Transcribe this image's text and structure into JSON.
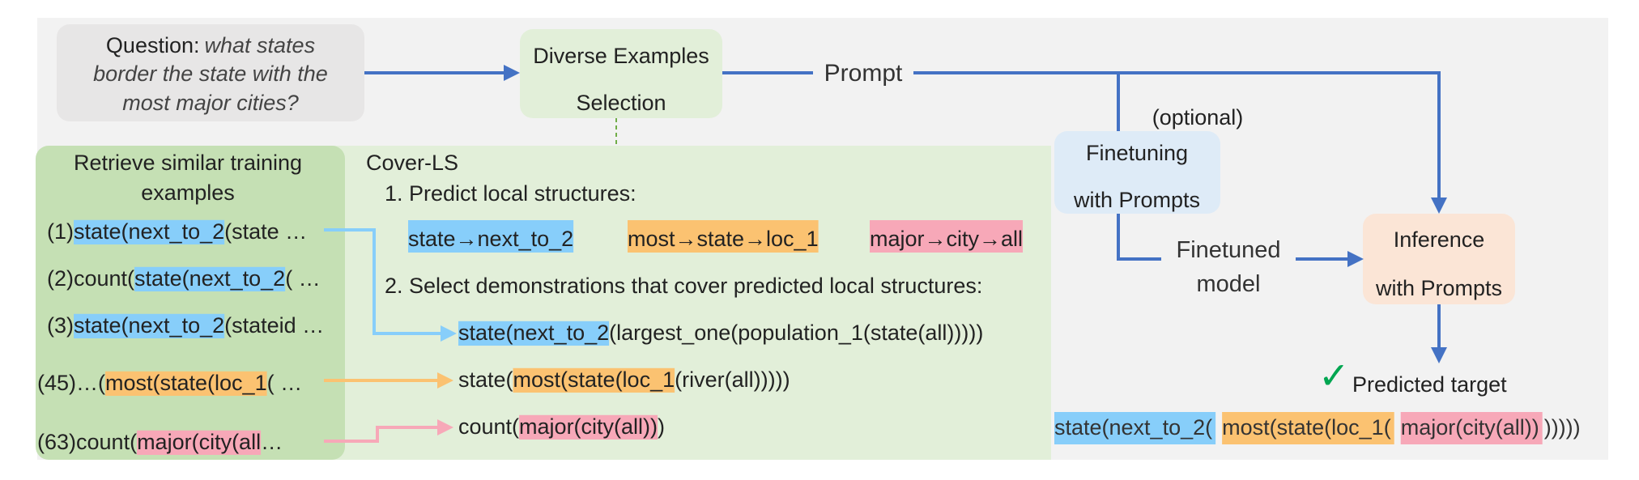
{
  "question": {
    "label": "Question:",
    "text_lines": [
      "what states",
      "border the state with the",
      "most major cities?"
    ]
  },
  "diverse_box": {
    "lines": [
      "Diverse Examples",
      "Selection"
    ]
  },
  "prompt_label": "Prompt",
  "optional_label": "(optional)",
  "finetuning_box": {
    "lines": [
      "Finetuning",
      "with Prompts"
    ]
  },
  "finetuned_model": {
    "lines": [
      "Finetuned",
      "model"
    ]
  },
  "inference_box": {
    "lines": [
      "Inference",
      "with Prompts"
    ]
  },
  "retrieve_panel": {
    "title_lines": [
      "Retrieve similar training",
      "examples"
    ],
    "items": [
      {
        "num": "(1)",
        "pre": "",
        "hl": "state(next_to_2",
        "post": "(state …"
      },
      {
        "num": "(2)",
        "pre": "count(",
        "hl": "state(next_to_2",
        "post": "( …"
      },
      {
        "num": "(3)",
        "pre": "",
        "hl": "state(next_to_2",
        "post": "(stateid …"
      },
      {
        "num": "(45)",
        "pre": "…(",
        "hl": "most(state(loc_1",
        "post": "( …"
      },
      {
        "num": "(63)",
        "pre": "count(",
        "hl": "major(city(all",
        "post": "…"
      }
    ]
  },
  "cover_ls": {
    "title": "Cover-LS",
    "step1": "1. Predict local structures:",
    "local_structures": [
      "state→next_to_2",
      "most→state→loc_1",
      "major→city→all"
    ],
    "step2": "2. Select demonstrations that cover predicted local structures:",
    "selected": [
      {
        "pre": "",
        "hl": "state(next_to_2",
        "post": "(largest_one(population_1(state(all)))))"
      },
      {
        "pre": "state(",
        "hl": "most(state(loc_1",
        "post": "(river(all)))))"
      },
      {
        "pre": "count(",
        "hl": "major(city(all))",
        "post": ")"
      }
    ]
  },
  "prediction": {
    "checkmark": "✓",
    "label": "Predicted target",
    "parts": [
      "state(next_to_2(",
      "most(state(loc_1(",
      "major(city(all))",
      ")))))"
    ]
  },
  "colors": {
    "blue_arrow": "#4472c4",
    "highlight_blue": "#87cefa",
    "highlight_orange": "#fbc271",
    "highlight_pink": "#f7a8b8",
    "retrieve_panel": "#c5e0b4",
    "cover_panel": "#e2efd9",
    "question_box": "#e7e6e6",
    "diverse_box": "#e2efd9",
    "finetuning_box": "#deebf7",
    "inference_box": "#fbe5d6"
  }
}
